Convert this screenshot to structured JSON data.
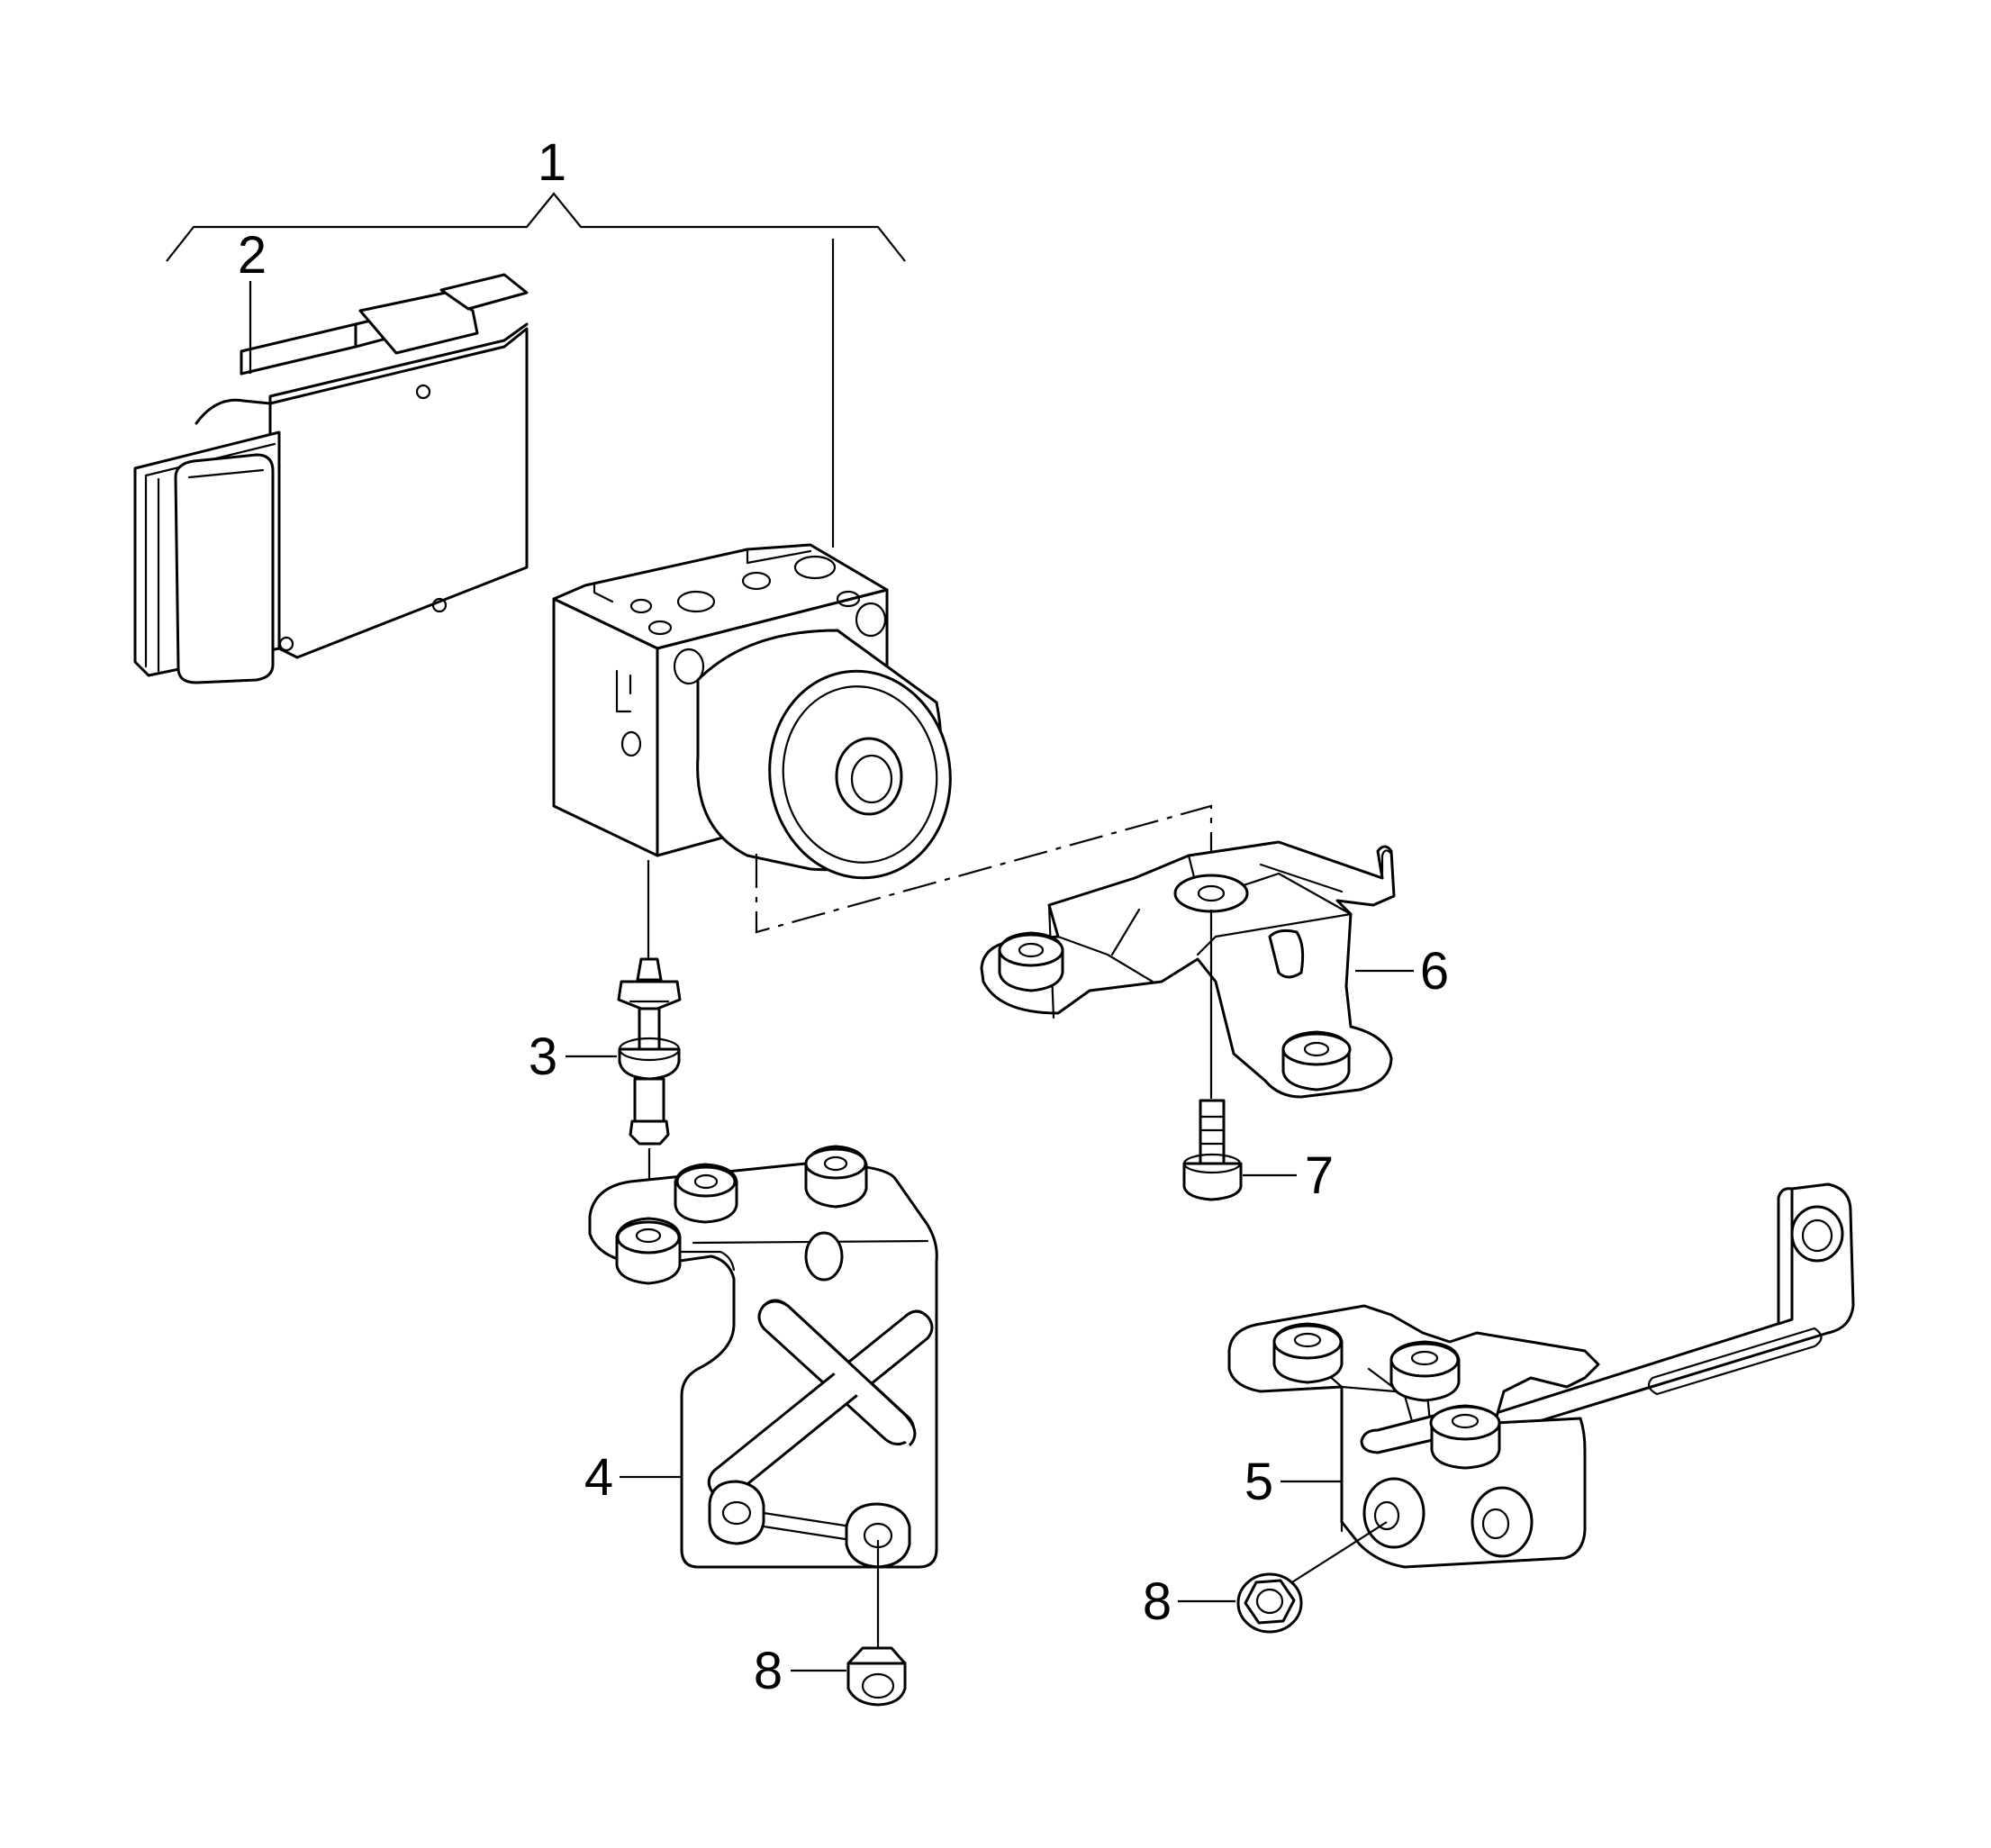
{
  "callouts": {
    "c1": "1",
    "c2": "2",
    "c3": "3",
    "c4": "4",
    "c5": "5",
    "c6": "6",
    "c7": "7",
    "c8a": "8",
    "c8b": "8"
  }
}
